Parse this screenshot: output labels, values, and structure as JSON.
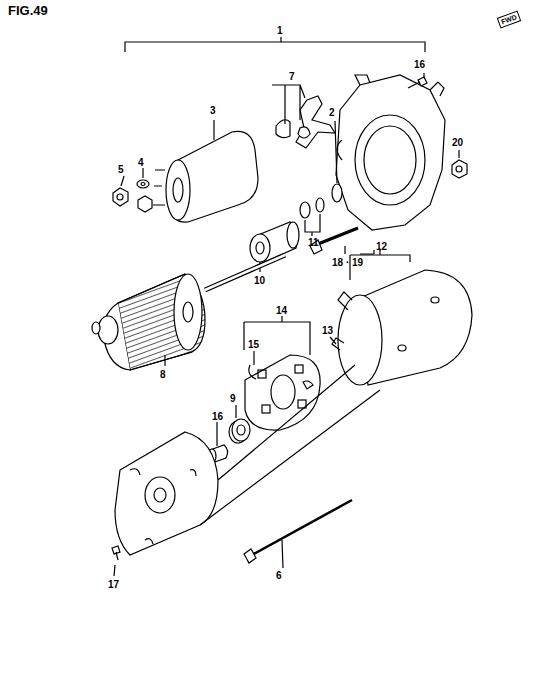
{
  "diagram": {
    "title": "FIG.49",
    "labels": [
      "FWD",
      "1",
      "16",
      "7",
      "3",
      "2",
      "20",
      "5",
      "4",
      "11",
      "10",
      "18 · 19",
      "12",
      "8",
      "14",
      "15",
      "13",
      "9",
      "16",
      "6",
      "17"
    ]
  }
}
